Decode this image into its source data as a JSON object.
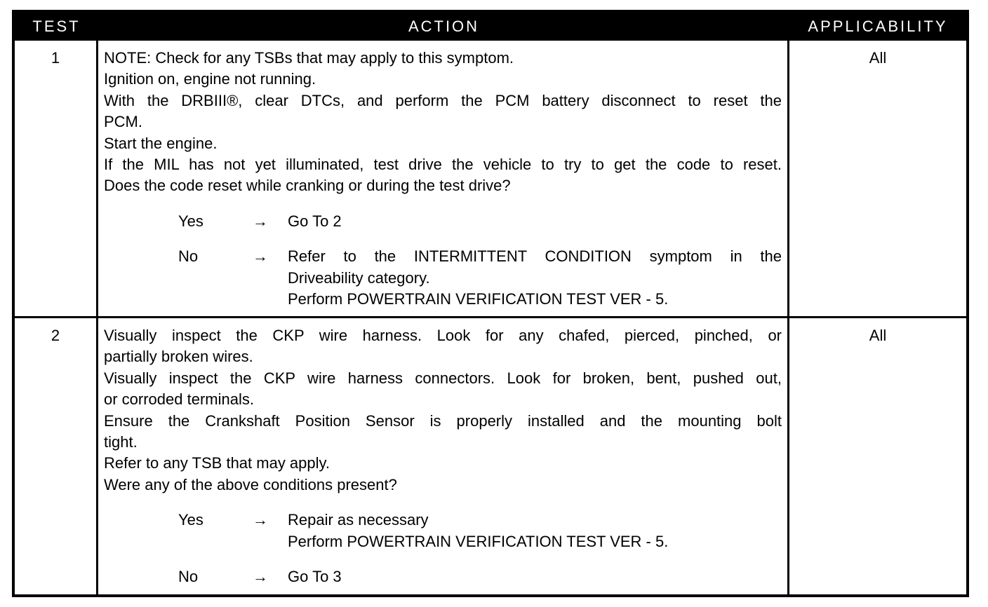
{
  "header": {
    "test": "TEST",
    "action": "ACTION",
    "applicability": "APPLICABILITY"
  },
  "rows": [
    {
      "test": "1",
      "applicability": "All",
      "lines": [
        "NOTE: Check for any TSBs that may apply to this symptom.",
        "Ignition on, engine not running.",
        "With the DRBIII®, clear DTCs, and perform the PCM battery disconnect to reset the",
        "PCM.",
        "Start the engine.",
        "If the MIL has not yet illuminated, test drive the vehicle to try to get the code to reset.",
        "Does the code reset while cranking or during the test drive?"
      ],
      "branches": [
        {
          "label": "Yes",
          "arrow": "→",
          "text": [
            "Go To   2"
          ]
        },
        {
          "label": "No",
          "arrow": "→",
          "text": [
            "Refer to the INTERMITTENT CONDITION symptom in the",
            "Driveability category.",
            "Perform POWERTRAIN VERIFICATION TEST VER - 5."
          ]
        }
      ]
    },
    {
      "test": "2",
      "applicability": "All",
      "lines": [
        "Visually inspect the CKP wire harness. Look for any chafed, pierced, pinched, or",
        "partially broken wires.",
        "Visually inspect the CKP wire harness connectors. Look for broken, bent, pushed out,",
        "or corroded terminals.",
        "Ensure the Crankshaft Position Sensor is properly installed and the mounting bolt",
        "tight.",
        "Refer to any TSB that may apply.",
        "Were any of the above conditions present?"
      ],
      "branches": [
        {
          "label": "Yes",
          "arrow": "→",
          "text": [
            "Repair as necessary",
            "Perform POWERTRAIN VERIFICATION TEST VER - 5."
          ]
        },
        {
          "label": "No",
          "arrow": "→",
          "text": [
            "Go To   3"
          ]
        }
      ]
    }
  ]
}
